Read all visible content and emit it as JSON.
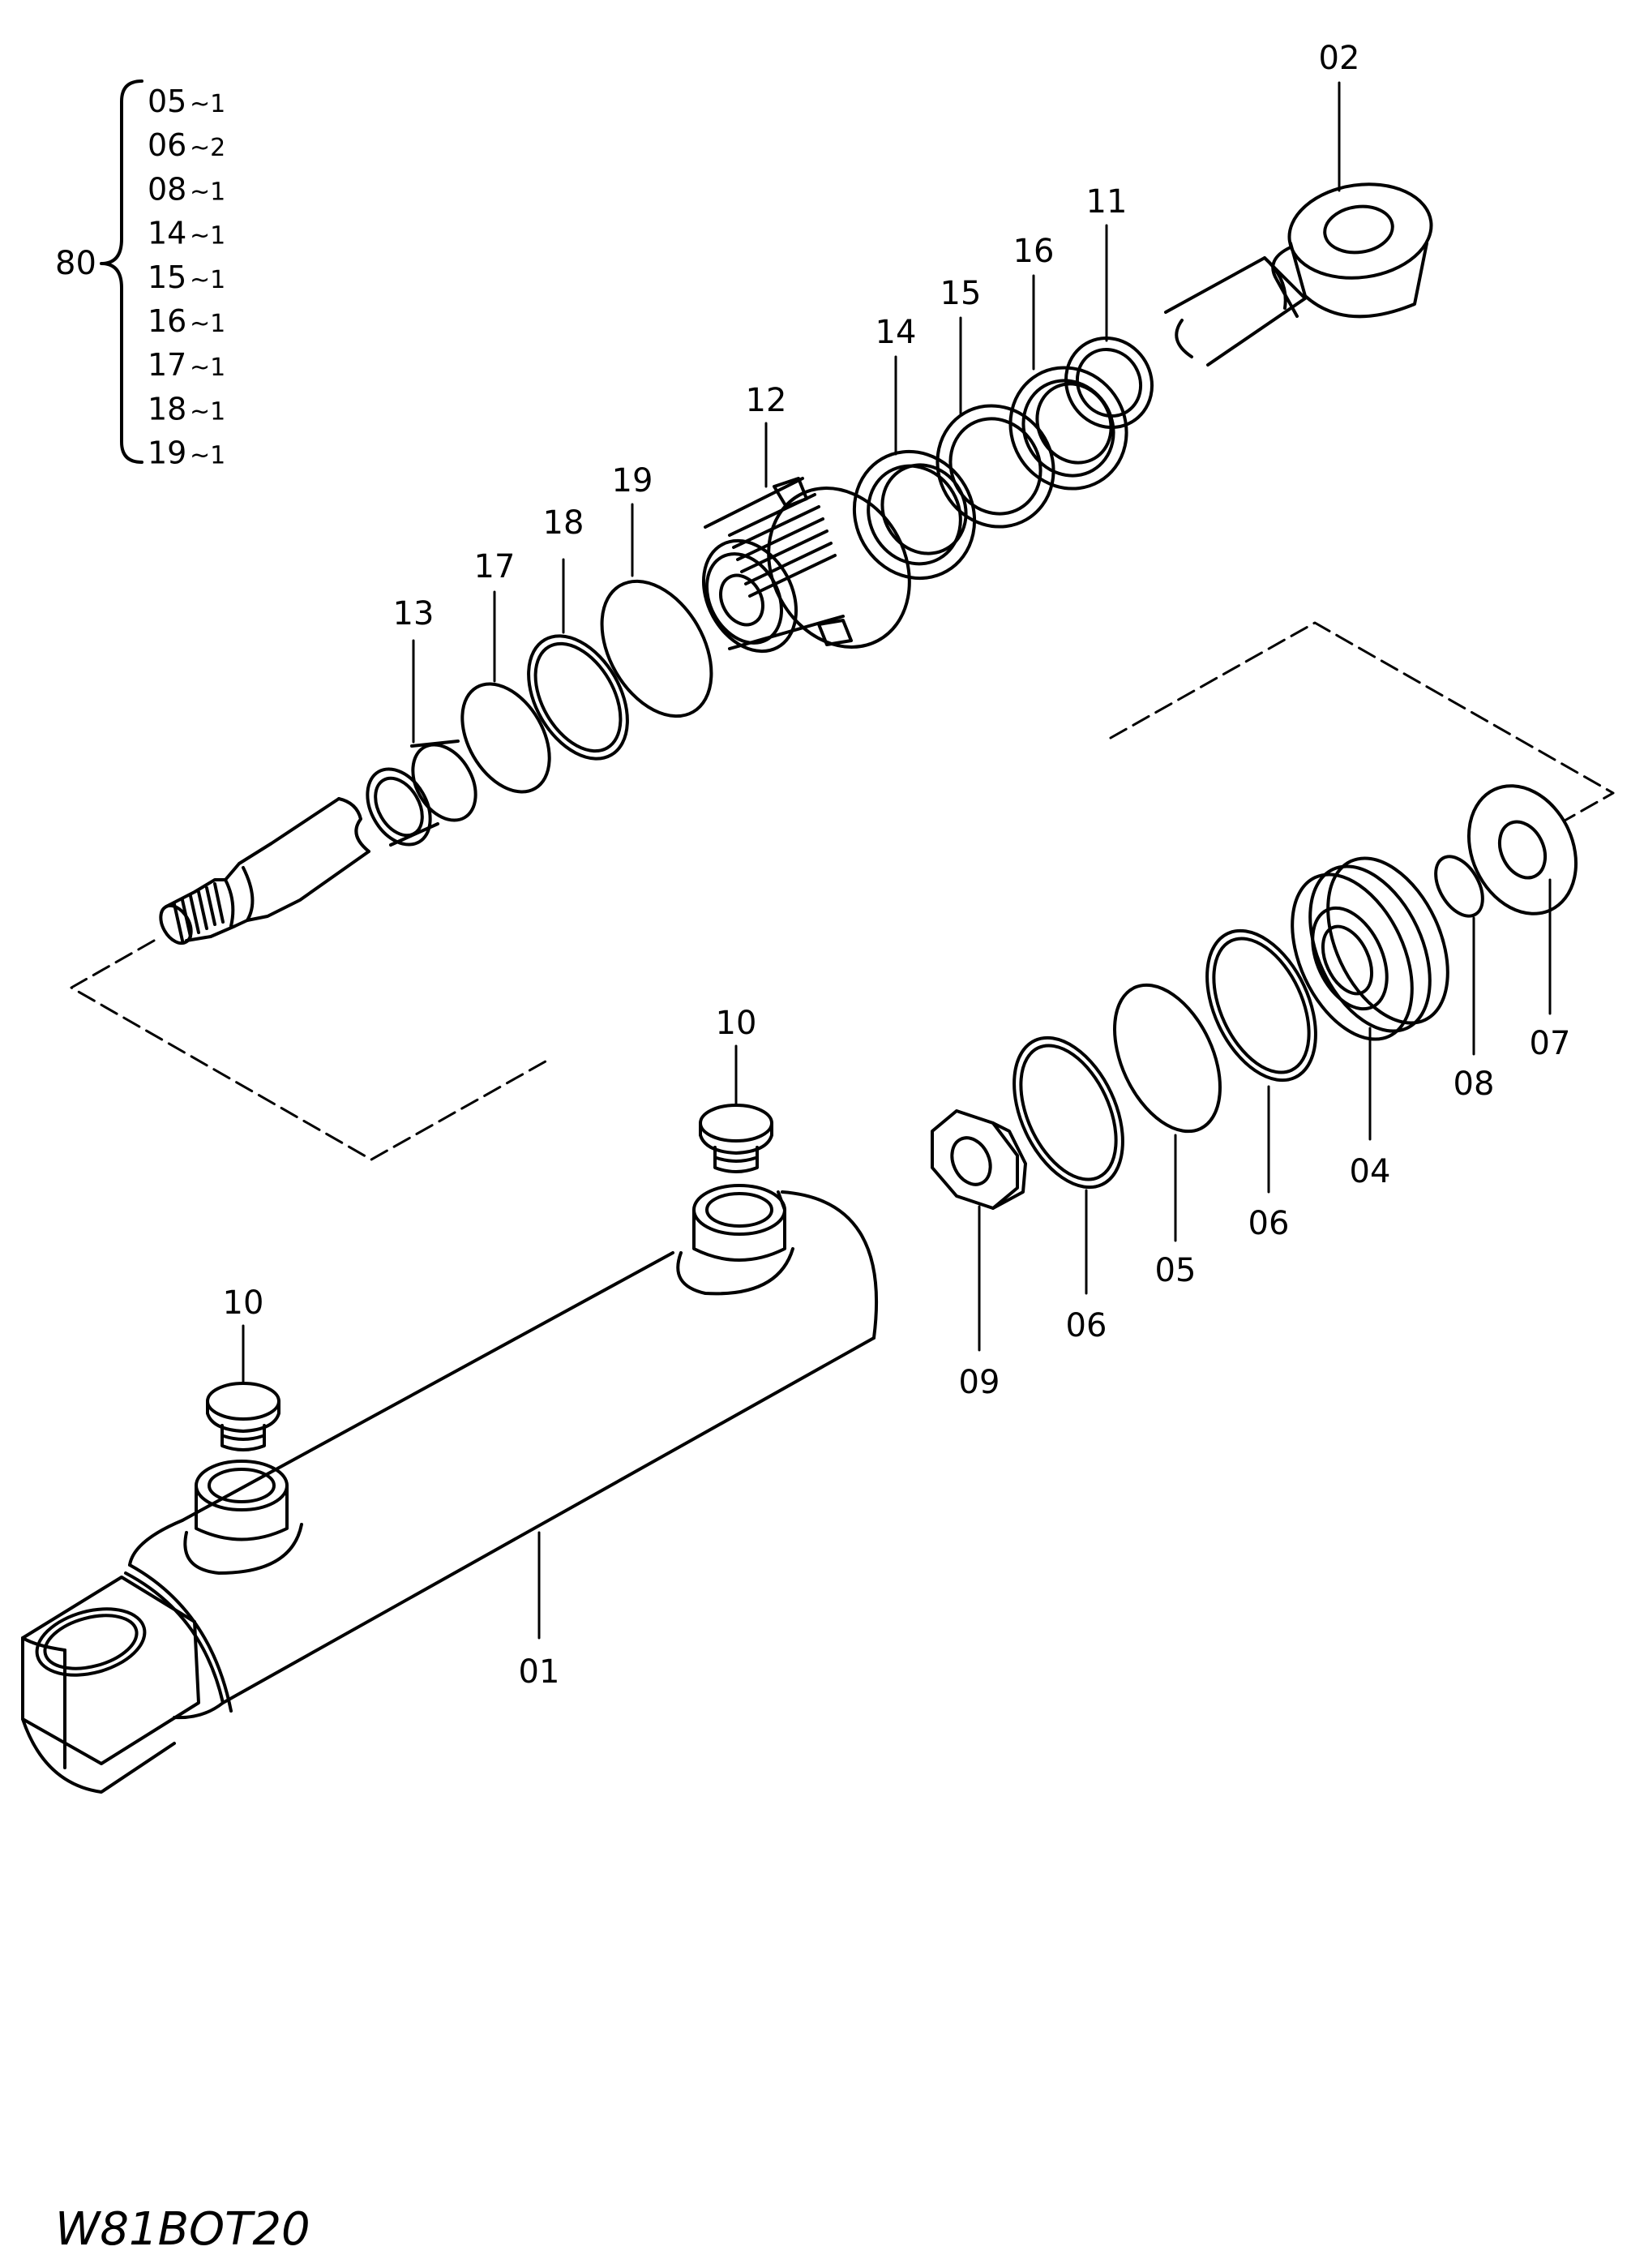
{
  "drawing_code": "W81BOT20",
  "kit": {
    "number": "80",
    "items": [
      {
        "part": "05",
        "qty": "~1"
      },
      {
        "part": "06",
        "qty": "~2"
      },
      {
        "part": "08",
        "qty": "~1"
      },
      {
        "part": "14",
        "qty": "~1"
      },
      {
        "part": "15",
        "qty": "~1"
      },
      {
        "part": "16",
        "qty": "~1"
      },
      {
        "part": "17",
        "qty": "~1"
      },
      {
        "part": "18",
        "qty": "~1"
      },
      {
        "part": "19",
        "qty": "~1"
      }
    ]
  },
  "callouts": {
    "p01": "01",
    "p02": "02",
    "p04": "04",
    "p05": "05",
    "p06a": "06",
    "p06b": "06",
    "p07": "07",
    "p08": "08",
    "p09": "09",
    "p10a": "10",
    "p10b": "10",
    "p11": "11",
    "p12": "12",
    "p13": "13",
    "p14": "14",
    "p15": "15",
    "p16": "16",
    "p17": "17",
    "p18": "18",
    "p19": "19"
  }
}
